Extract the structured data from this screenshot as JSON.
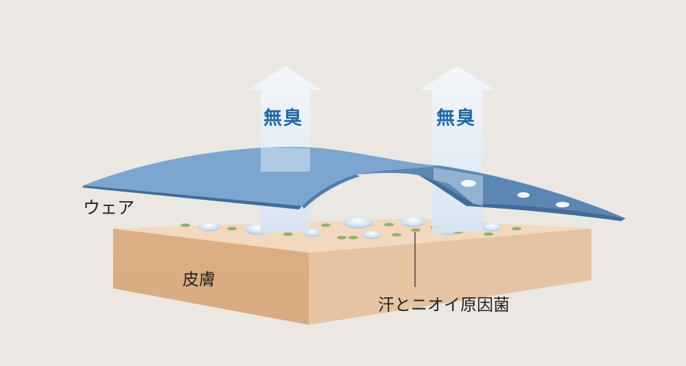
{
  "labels": {
    "wear": "ウェア",
    "skin": "皮膚",
    "sweat_bacteria": "汗とニオイ原因菌"
  },
  "arrows": [
    {
      "text": "無臭"
    },
    {
      "text": "無臭"
    }
  ],
  "colors": {
    "background": "#ebe7e2",
    "skin_top": "#f2d9bd",
    "skin_front": "#dcb28b",
    "skin_side": "#e6c4a3",
    "fabric": "#6b9ac4",
    "fabric_edge": "#3f6f9e",
    "arrow": "#dfeaf5",
    "arrow_text": "#1e66ad"
  }
}
